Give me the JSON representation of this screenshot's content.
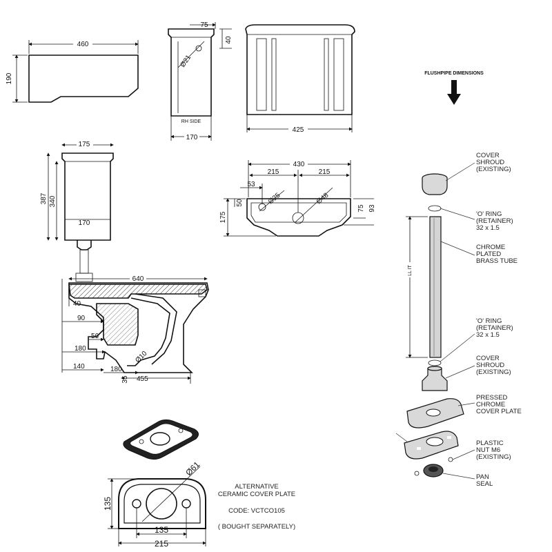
{
  "cistern_front": {
    "width": "460",
    "height": "190"
  },
  "cistern_side": {
    "dim_75": "75",
    "dim_40": "40",
    "dia_21": "Ø21",
    "side_label": "RH SIDE",
    "width": "170"
  },
  "cistern_back": {
    "width": "425"
  },
  "pan_assembly": {
    "top_width": "175",
    "h387": "387",
    "h340": "340",
    "inner_170": "170",
    "length_640": "640",
    "d40": "40",
    "d90": "90",
    "d56": "56",
    "d180_left": "180",
    "d140": "140",
    "d180_bottom": "180",
    "d35": "35",
    "d455": "455",
    "dia_10": "Ø10"
  },
  "cistern_top": {
    "w430": "430",
    "w215_left": "215",
    "w215_right": "215",
    "d53": "53",
    "dia_25": "Ø25",
    "dia_48": "Ø48",
    "d50": "50",
    "d175": "175",
    "d75": "75",
    "d93": "93"
  },
  "flushpipe": {
    "heading": "FLUSHPIPE DIMENSIONS",
    "length_text": "LL IT",
    "labels": {
      "cover_shroud_top": [
        "COVER",
        "SHROUD",
        "(EXISTING)"
      ],
      "o_ring_top": [
        "'O' RING",
        "(RETAINER)",
        "32 x 1.5"
      ],
      "tube": [
        "CHROME",
        "PLATED",
        "BRASS TUBE"
      ],
      "o_ring_bottom": [
        "'O' RING",
        "(RETAINER)",
        "32 x 1.5"
      ],
      "cover_shroud_bottom": [
        "COVER",
        "SHROUD",
        "(EXISTING)"
      ],
      "cover_plate": [
        "PRESSED",
        "CHROME",
        "COVER PLATE"
      ],
      "nut": [
        "PLASTIC",
        "NUT M6",
        "(EXISTING)"
      ],
      "pan_seal": [
        "PAN",
        "SEAL"
      ]
    }
  },
  "alt_plate": {
    "title_line1": "ALTERNATIVE",
    "title_line2": "CERAMIC COVER PLATE",
    "code": "CODE: VCTCO105",
    "note": "( BOUGHT SEPARATELY)",
    "dia_61": "Ø61",
    "h135": "135",
    "w135": "135",
    "w215": "215"
  }
}
